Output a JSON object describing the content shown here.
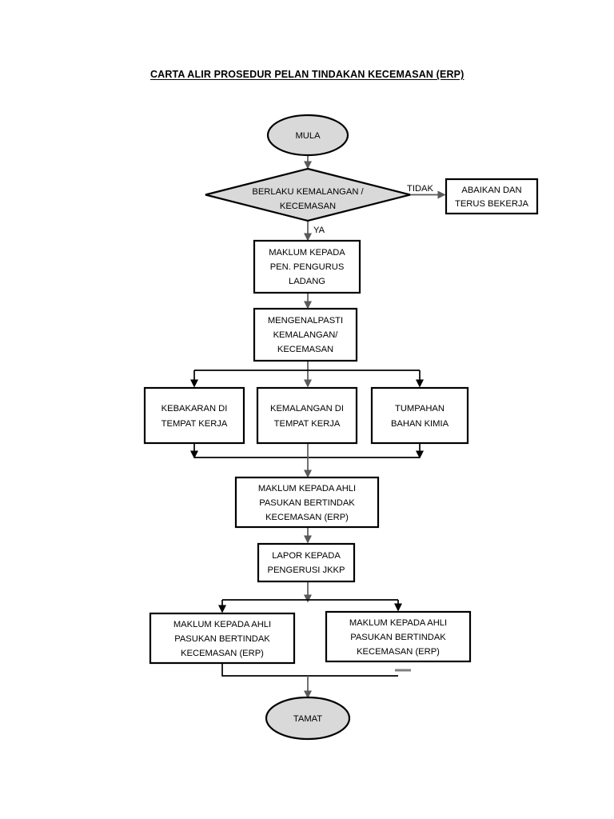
{
  "document": {
    "title": "CARTA ALIR PROSEDUR PELAN TINDAKAN KECEMASAN (ERP)"
  },
  "flowchart": {
    "type": "flowchart",
    "nodes": {
      "start": {
        "shape": "terminal",
        "label": "MULA"
      },
      "decision": {
        "shape": "decision",
        "line1": "BERLAKU KEMALANGAN /",
        "line2": "KECEMASAN"
      },
      "ignore": {
        "shape": "process",
        "line1": "ABAIKAN DAN",
        "line2": "TERUS BEKERJA"
      },
      "inform_manager": {
        "shape": "process",
        "line1": "MAKLUM KEPADA",
        "line2": "PEN. PENGURUS",
        "line3": "LADANG"
      },
      "identify": {
        "shape": "process",
        "line1": "MENGENALPASTI",
        "line2": "KEMALANGAN/",
        "line3": "KECEMASAN"
      },
      "fire": {
        "shape": "process",
        "line1": "KEBAKARAN DI",
        "line2": "TEMPAT KERJA"
      },
      "accident": {
        "shape": "process",
        "line1": "KEMALANGAN DI",
        "line2": "TEMPAT KERJA"
      },
      "spill": {
        "shape": "process",
        "line1": "TUMPAHAN",
        "line2": "BAHAN KIMIA"
      },
      "inform_erp": {
        "shape": "process",
        "line1": "MAKLUM KEPADA AHLI",
        "line2": "PASUKAN BERTINDAK",
        "line3": "KECEMASAN (ERP)"
      },
      "report_jkkp": {
        "shape": "process",
        "line1": "LAPOR KEPADA",
        "line2": "PENGERUSI JKKP"
      },
      "inform_erp_left": {
        "shape": "process",
        "line1": "MAKLUM KEPADA AHLI",
        "line2": "PASUKAN BERTINDAK",
        "line3": "KECEMASAN (ERP)"
      },
      "inform_erp_right": {
        "shape": "process",
        "line1": "MAKLUM KEPADA AHLI",
        "line2": "PASUKAN BERTINDAK",
        "line3": "KECEMASAN (ERP)"
      },
      "end": {
        "shape": "terminal",
        "label": "TAMAT"
      }
    },
    "edge_labels": {
      "no": "TIDAK",
      "yes": "YA"
    },
    "colors": {
      "terminal_fill": "#d9d9d9",
      "decision_fill": "#d9d9d9",
      "process_fill": "#ffffff",
      "stroke": "#000000",
      "connector": "#595959",
      "background": "#ffffff"
    }
  }
}
